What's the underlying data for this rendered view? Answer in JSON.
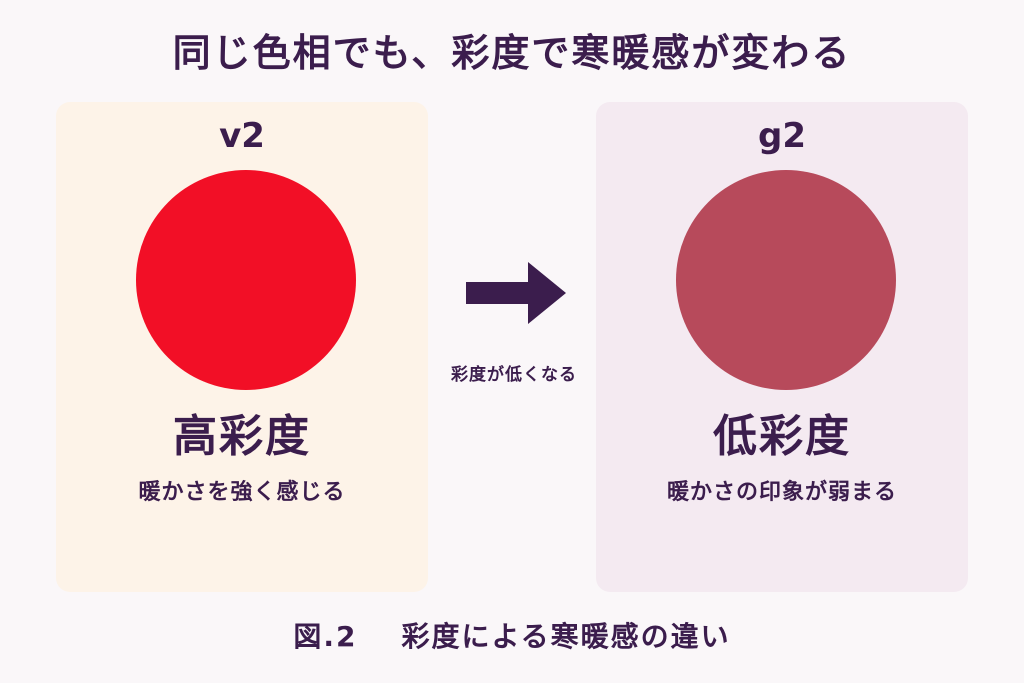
{
  "title": "同じ色相でも、彩度で寒暖感が変わる",
  "left_panel": {
    "tone": "v2",
    "circle_color": "#f20f26",
    "level": "高彩度",
    "note": "暖かさを強く感じる"
  },
  "right_panel": {
    "tone": "g2",
    "circle_color": "#b74a5b",
    "level": "低彩度",
    "note": "暖かさの印象が弱まる"
  },
  "arrow": {
    "icon": "right-arrow-icon",
    "label": "彩度が低くなる",
    "color": "#3b1d4d"
  },
  "caption": {
    "number": "図.2",
    "text": "彩度による寒暖感の違い"
  },
  "colors": {
    "left_panel_bg": "#fdf3e8",
    "right_panel_bg": "#f4eaf1",
    "text": "#3b1d4d"
  }
}
